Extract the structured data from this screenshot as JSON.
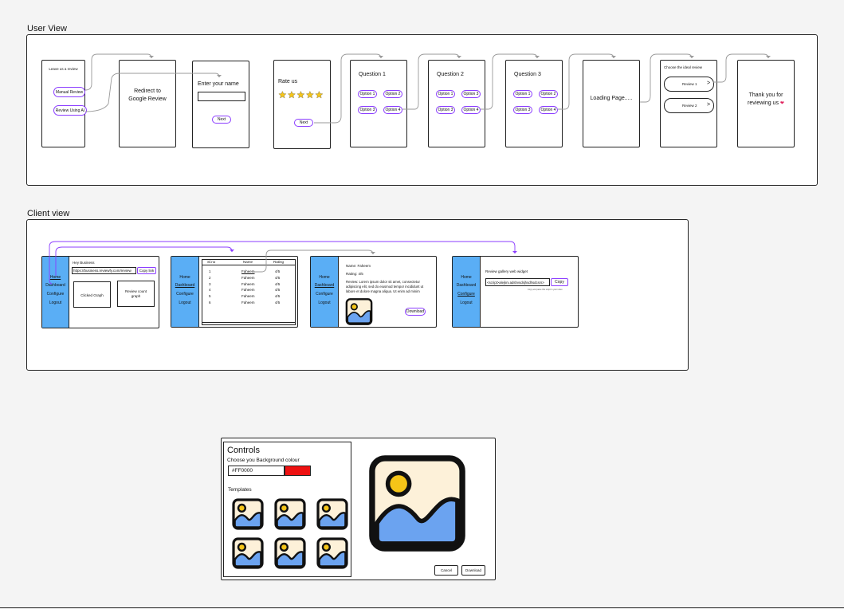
{
  "user_view": {
    "label": "User View",
    "s1": {
      "title": "Leave us a review",
      "manual": "Manual Review",
      "ai": "Review Using AI"
    },
    "s2": {
      "text1": "Redirect to",
      "text2": "Google Review"
    },
    "s3": {
      "title": "Enter your name",
      "next": "Next"
    },
    "s4": {
      "title": "Rate us",
      "next": "Next",
      "stars": 5
    },
    "q1": {
      "title": "Question 1",
      "opt1": "Option 1",
      "opt2": "Option 2",
      "opt3": "Option 3",
      "opt4": "Option 4"
    },
    "q2": {
      "title": "Question 2",
      "opt1": "Option 1",
      "opt2": "Option 3",
      "opt3": "Option 3",
      "opt4": "Option 4"
    },
    "q3": {
      "title": "Question 3",
      "opt1": "Option 1",
      "opt2": "Option 2",
      "opt3": "Option 3",
      "opt4": "Option 4"
    },
    "loading": {
      "text": "Loading Page....."
    },
    "choose": {
      "title": "Choose the ideal review",
      "r1": "Review 1",
      "r2": "Review 2",
      "arrow": ">"
    },
    "thanks": {
      "line1": "Thank you for",
      "line2": "reviewing us",
      "heart": "❤"
    }
  },
  "client_view": {
    "label": "Client view",
    "sidebar": {
      "home": "Home",
      "dashboard": "Dashboard",
      "configure": "Configure",
      "logout": "Logout"
    },
    "c1": {
      "greeting": "Hey Business",
      "link": "https://business.reviewfy.com/review",
      "copy": "Copy link",
      "box1": "Clicked Graph",
      "box2a": "Review count",
      "box2b": "graph"
    },
    "c2": {
      "headers": [
        "Sl.no",
        "Name",
        "Rating"
      ],
      "rows": [
        [
          "1",
          "Faheem",
          "4/5"
        ],
        [
          "2",
          "Faheem",
          "4/5"
        ],
        [
          "3",
          "Faheem",
          "4/5"
        ],
        [
          "4",
          "Faheem",
          "4/5"
        ],
        [
          "5",
          "Faheem",
          "4/5"
        ],
        [
          "6",
          "Faheem",
          "4/5"
        ]
      ]
    },
    "c3": {
      "name": "Name: Faheem",
      "rating": "Rating: 4/5",
      "review1": "Review: Lorem ipsum dolor sit amet, consectetur",
      "review2": "adipiscing elit, sed do eiusmod tempor incididunt ut",
      "review3": "labore et dolore magna aliqua. Ut enim ad minim",
      "download": "Download"
    },
    "c4": {
      "title": "Review gallery web widget",
      "code": "<script>alejkrv.adshvsdsjhsdhsdcsrs>",
      "copy": "Copy",
      "hint": "Copy and paste this script in your index"
    }
  },
  "controls": {
    "title": "Controls",
    "bg_label": "Choose you Background colour",
    "hex": "#FF0000",
    "swatch_color": "#ee1111",
    "templates": "Templates",
    "cancel": "Cancel",
    "download": "Download"
  },
  "colors": {
    "accent": "#8b3dff",
    "sidebar": "#5aaef5",
    "img_bg": "#fdf1d9",
    "img_mount": "#6ba3f0",
    "img_sun": "#f5c518"
  }
}
